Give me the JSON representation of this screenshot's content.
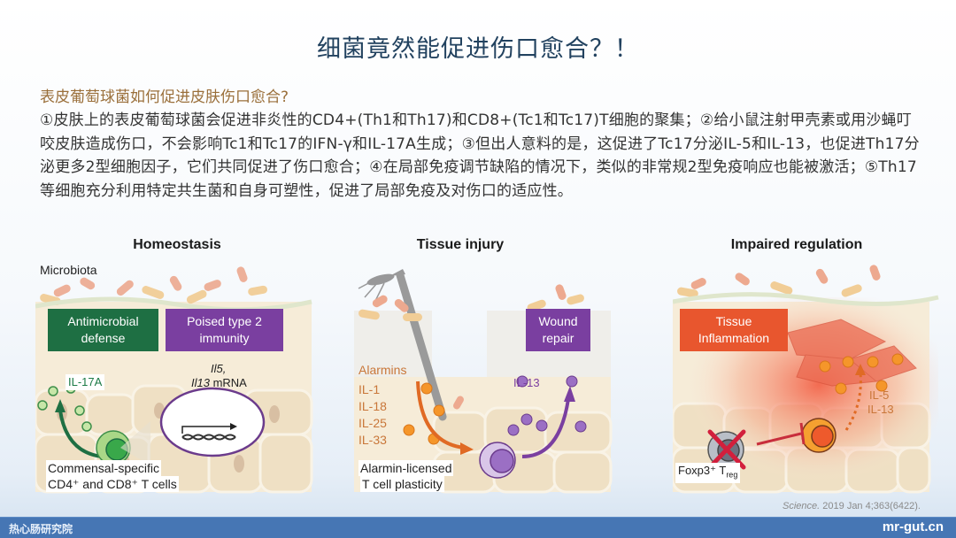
{
  "slide": {
    "title": "细菌竟然能促进伤口愈合？！",
    "subtitle": "表皮葡萄球菌如何促进皮肤伤口愈合?",
    "paragraph": "①皮肤上的表皮葡萄球菌会促进非炎性的CD4+(Th1和Th17)和CD8+(Tc1和Tc17)T细胞的聚集；②给小鼠注射甲壳素或用沙蝇叮咬皮肤造成伤口，不会影响Tc1和Tc17的IFN-γ和IL-17A生成；③但出人意料的是，这促进了Tc17分泌IL-5和IL-13，也促进Th17分泌更多2型细胞因子，它们共同促进了伤口愈合；④在局部免疫调节缺陷的情况下，类似的非常规2型免疫响应也能被激活；⑤Th17等细胞充分利用特定共生菌和自身可塑性，促进了局部免疫及对伤口的适应性。"
  },
  "figure": {
    "panels": [
      {
        "title": "Homeostasis",
        "microbiota_label": "Microbiota",
        "box_left": "Antimicrobial defense",
        "box_left_color": "#1e6f43",
        "box_right": "Poised type 2 immunity",
        "box_right_color": "#7a3fa0",
        "cytokine_label": "IL-17A",
        "mrna_line1": "Il5,",
        "mrna_line2_italic": "Il13",
        "mrna_line2_rest": " mRNA",
        "caption_line1": "Commensal-specific",
        "caption_line2": "CD4⁺ and CD8⁺ T cells"
      },
      {
        "title": "Tissue injury",
        "box_right": "Wound repair",
        "box_right_color": "#7a3fa0",
        "alarmins_label": "Alarmins",
        "alarmins": [
          "IL-1",
          "IL-18",
          "IL-25",
          "IL-33"
        ],
        "cytokine_label": "IL-13",
        "caption_line1": "Alarmin-licensed",
        "caption_line2": "T cell plasticity"
      },
      {
        "title": "Impaired regulation",
        "box_left": "Tissue Inflammation",
        "box_left_color": "#e8562e",
        "cytokines": [
          "IL-5",
          "IL-13"
        ],
        "caption_main": "Foxp3⁺ T",
        "caption_sub": "reg"
      }
    ],
    "citation_journal": "Science.",
    "citation_rest": " 2019 Jan 4;363(6422)."
  },
  "footer": {
    "left": "热心肠研究院",
    "right": "mr-gut.cn",
    "bg_color": "#4676b4"
  }
}
